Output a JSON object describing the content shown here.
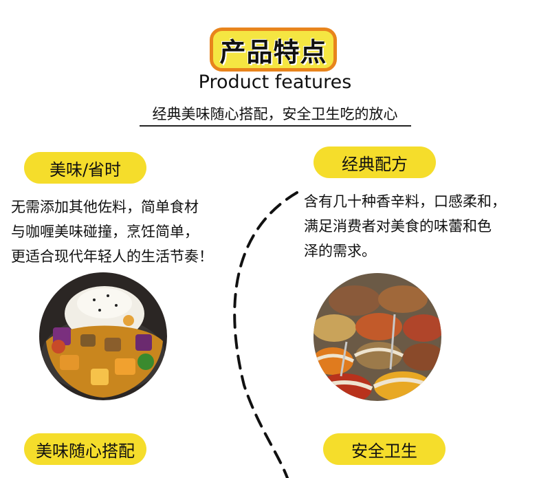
{
  "header": {
    "title": "产品特点",
    "subtitle_en": "Product features",
    "tagline": "经典美味随心搭配，安全卫生吃的放心"
  },
  "features": {
    "taste": {
      "label": "美味/省时",
      "description": "无需添加其他佐料，简单食材\n与咖喱美味碰撞，烹饪简单，\n更适合现代年轻人的生活节奏！"
    },
    "formula": {
      "label": "经典配方",
      "description": "含有几十种香辛料，口感柔和，\n满足消费者对美食的味蕾和色\n泽的需求。"
    },
    "pairing": {
      "label": "美味随心搭配"
    },
    "safety": {
      "label": "安全卫生"
    }
  },
  "colors": {
    "pill_yellow": "#f5dd2b",
    "badge_orange": "#e8841c"
  },
  "images": {
    "left": "curry-rice-photo",
    "right": "spice-sacks-photo"
  }
}
